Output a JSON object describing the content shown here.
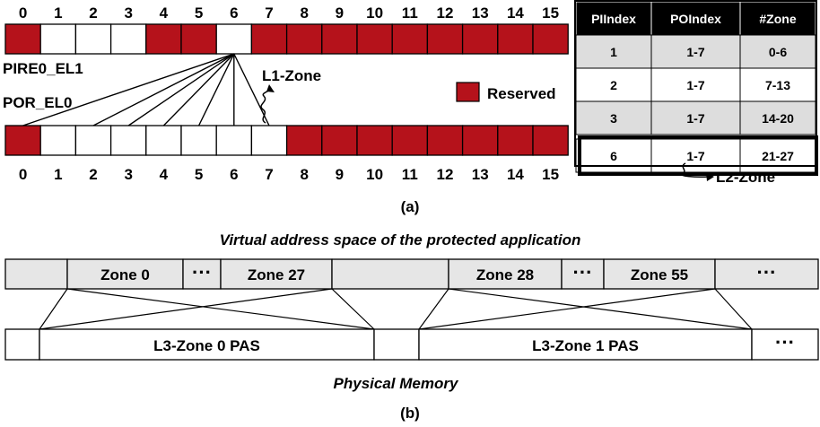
{
  "top_bitmap": {
    "indices": [
      "0",
      "1",
      "2",
      "3",
      "4",
      "5",
      "6",
      "7",
      "8",
      "9",
      "10",
      "11",
      "12",
      "13",
      "14",
      "15"
    ],
    "reserved": [
      true,
      false,
      false,
      false,
      true,
      true,
      false,
      true,
      true,
      true,
      true,
      true,
      true,
      true,
      true,
      true
    ]
  },
  "bottom_bitmap": {
    "indices": [
      "0",
      "1",
      "2",
      "3",
      "4",
      "5",
      "6",
      "7",
      "8",
      "9",
      "10",
      "11",
      "12",
      "13",
      "14",
      "15"
    ],
    "reserved": [
      true,
      false,
      false,
      false,
      false,
      false,
      false,
      false,
      true,
      true,
      true,
      true,
      true,
      true,
      true,
      true
    ]
  },
  "labels": {
    "pire": "PIRE0_EL1",
    "por": "POR_EL0",
    "l1_zone": "L1-Zone",
    "l2_zone": "L2-Zone",
    "reserved": "Reserved",
    "caption_a": "(a)",
    "caption_b": "(b)",
    "virtual_title": "Virtual address space of the protected application",
    "physical_title": "Physical Memory"
  },
  "table": {
    "headers": [
      "PIIndex",
      "POIndex",
      "#Zone"
    ],
    "rows": [
      [
        "1",
        "1-7",
        "0-6"
      ],
      [
        "2",
        "1-7",
        "7-13"
      ],
      [
        "3",
        "1-7",
        "14-20"
      ],
      [
        "6",
        "1-7",
        "21-27"
      ]
    ],
    "highlighted_row": 3
  },
  "virtual_row": [
    "",
    "Zone 0",
    "···",
    "Zone 27",
    "",
    "Zone 28",
    "···",
    "Zone 55",
    "···"
  ],
  "physical_row": [
    "",
    "L3-Zone 0 PAS",
    "",
    "L3-Zone 1 PAS",
    "···"
  ],
  "colors": {
    "reserved": "#b5121b",
    "free": "#ffffff",
    "table_header": "#000000",
    "table_alt": "#dddddd",
    "virtual_fill": "#e6e6e6"
  }
}
